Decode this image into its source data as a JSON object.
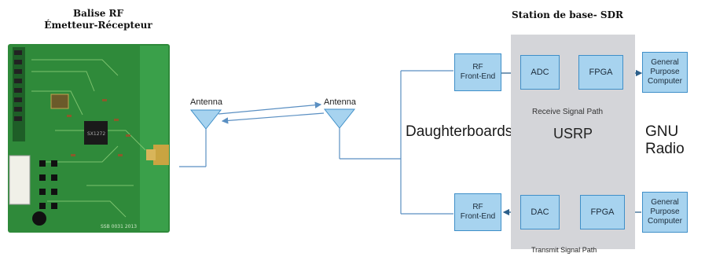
{
  "titles": {
    "left_line1": "Balise RF",
    "left_line2": "Émetteur-Récepteur",
    "right": "Station de base- SDR"
  },
  "pcb": {
    "chip_label": "SX1272",
    "board_text": "SSB 0031 2013"
  },
  "antennas": {
    "left_label": "Antenna",
    "right_label": "Antenna"
  },
  "labels": {
    "daughterboards": "Daughterboards",
    "usrp": "USRP",
    "gnu_radio": "GNU Radio",
    "receive_path": "Receive Signal Path",
    "transmit_path": "Transmit Signal Path"
  },
  "blocks": {
    "rf_top_line1": "RF",
    "rf_top_line2": "Front-End",
    "adc": "ADC",
    "fpga_top": "FPGA",
    "gpc_top_line1": "General",
    "gpc_top_line2": "Purpose",
    "gpc_top_line3": "Computer",
    "rf_bot_line1": "RF",
    "rf_bot_line2": "Front-End",
    "dac": "DAC",
    "fpga_bot": "FPGA",
    "gpc_bot_line1": "General",
    "gpc_bot_line2": "Purpose",
    "gpc_bot_line3": "Computer"
  },
  "colors": {
    "block_fill": "#a7d3ef",
    "block_border": "#3f8fc8",
    "usrp_panel": "#d4d5d9",
    "pcb_green": "#2f8a3a",
    "line_blue": "#5a8fc2"
  }
}
